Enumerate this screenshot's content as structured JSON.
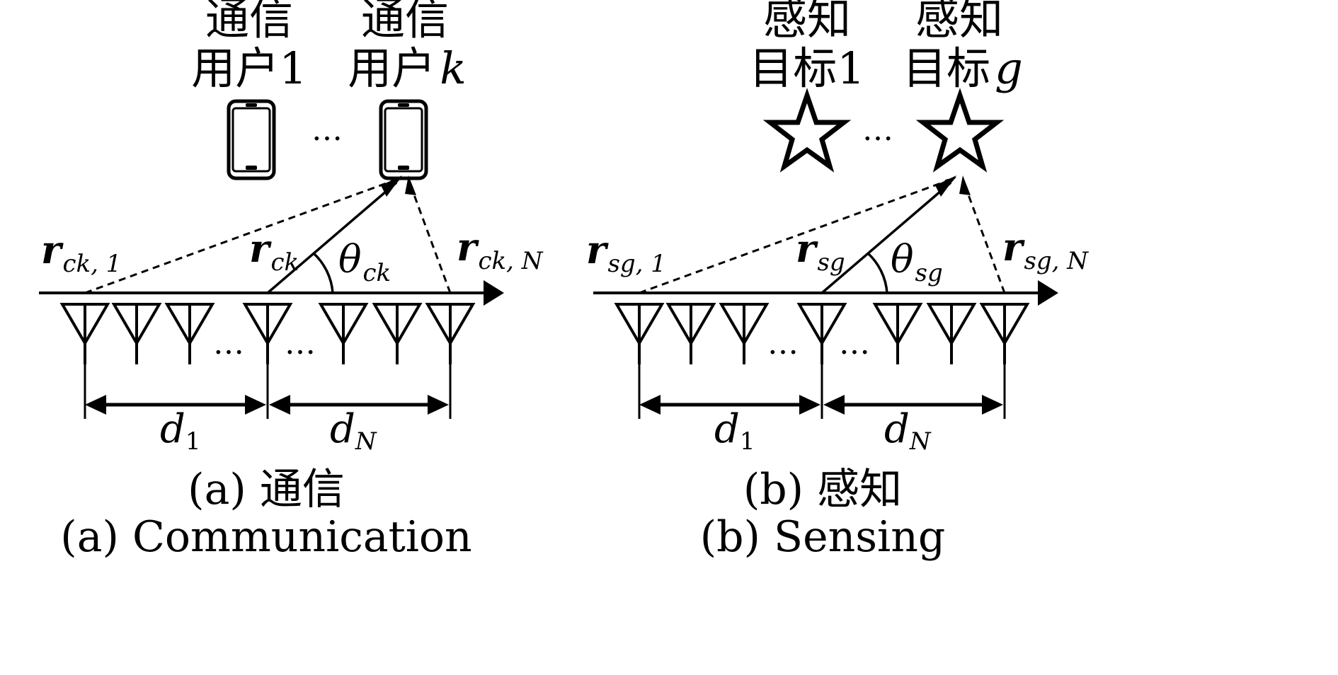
{
  "panel_a": {
    "user_1": {
      "line1": "通信",
      "line2": "用户1"
    },
    "user_k": {
      "line1": "通信",
      "line2": "用户",
      "index": "k"
    },
    "dots_top": "…",
    "ant_dots_left": "…",
    "ant_dots_right": "…",
    "r_first": {
      "base": "r",
      "sub": "ck, 1"
    },
    "r_center": {
      "base": "r",
      "sub": "ck"
    },
    "r_last": {
      "base": "r",
      "sub": "ck, N"
    },
    "angle": {
      "base": "θ",
      "sub": "ck"
    },
    "d_left": {
      "base": "d",
      "sub": "1"
    },
    "d_right": {
      "base": "d",
      "sub": "N"
    },
    "caption_cn": "(a) 通信",
    "caption_en": "(a) Communication"
  },
  "panel_b": {
    "target_1": {
      "line1": "感知",
      "line2": "目标1"
    },
    "target_g": {
      "line1": "感知",
      "line2": "目标",
      "index": "g"
    },
    "dots_top": "…",
    "ant_dots_left": "…",
    "ant_dots_right": "…",
    "r_first": {
      "base": "r",
      "sub": "sg, 1"
    },
    "r_center": {
      "base": "r",
      "sub": "sg"
    },
    "r_last": {
      "base": "r",
      "sub": "sg, N"
    },
    "angle": {
      "base": "θ",
      "sub": "sg"
    },
    "d_left": {
      "base": "d",
      "sub": "1"
    },
    "d_right": {
      "base": "d",
      "sub": "N"
    },
    "caption_cn": "(b) 感知",
    "caption_en": "(b) Sensing"
  }
}
